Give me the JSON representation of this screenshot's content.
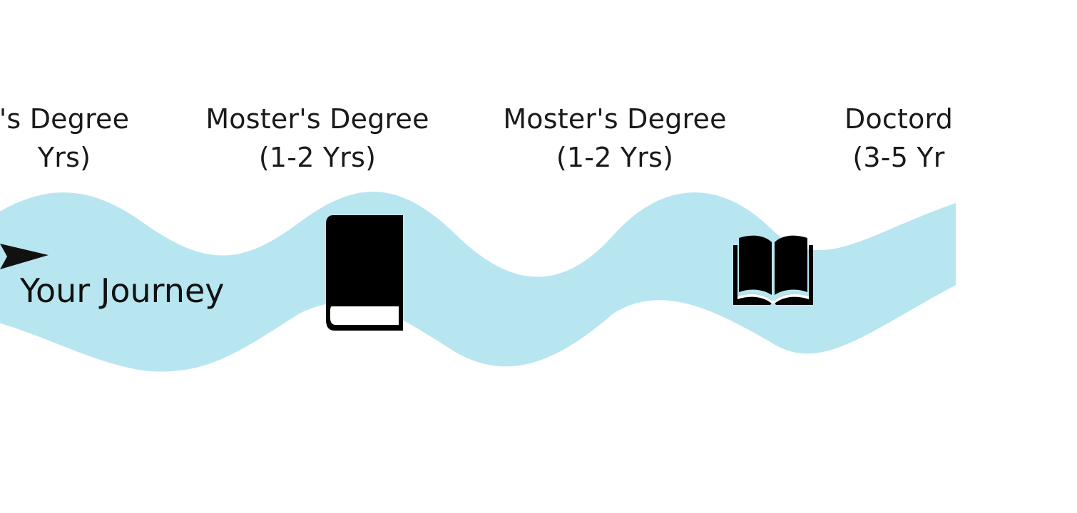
{
  "colors": {
    "background": "#ffffff",
    "path": "#b8e6f0",
    "ink": "#111111"
  },
  "journey": {
    "label": "Your Journey",
    "start_icon": "pointer-icon"
  },
  "milestones": [
    {
      "title": "'s Degree",
      "duration": "Yrs)"
    },
    {
      "title": "Moster's Degree",
      "duration": "(1-2 Yrs)",
      "icon": "book-closed-icon"
    },
    {
      "title": "Moster's Degree",
      "duration": "(1-2 Yrs)",
      "icon": "book-open-icon"
    },
    {
      "title": "Doctord",
      "duration": "(3-5 Yr"
    }
  ]
}
